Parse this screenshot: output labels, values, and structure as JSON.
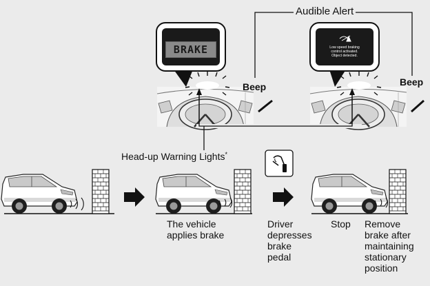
{
  "labels": {
    "audible_alert": "Audible Alert",
    "beep_left": "Beep",
    "beep_right": "Beep",
    "head_up_warning_lights": "Head-up Warning Lights",
    "footnote_mark": "*"
  },
  "displays": {
    "brake_text": "BRAKE",
    "message_text": "Low speed braking\ncontrol activated.\nObject detected."
  },
  "captions": {
    "vehicle_applies_brake": "The vehicle\napplies brake",
    "driver_depresses": "Driver\ndepresses\nbrake\npedal",
    "stop": "Stop",
    "remove_brake": "Remove\nbrake after\nmaintaining\nstationary\nposition"
  },
  "icons": [
    "car-icon",
    "brick-wall-icon",
    "sensor-waves-icon",
    "arrow-right-icon",
    "brake-pedal-icon",
    "dashboard-icon",
    "warning-glow-icon"
  ],
  "colors": {
    "background": "#ebebeb",
    "display": "#1a1a1a",
    "brake_badge": "#8a8a8a",
    "line": "#111111"
  }
}
